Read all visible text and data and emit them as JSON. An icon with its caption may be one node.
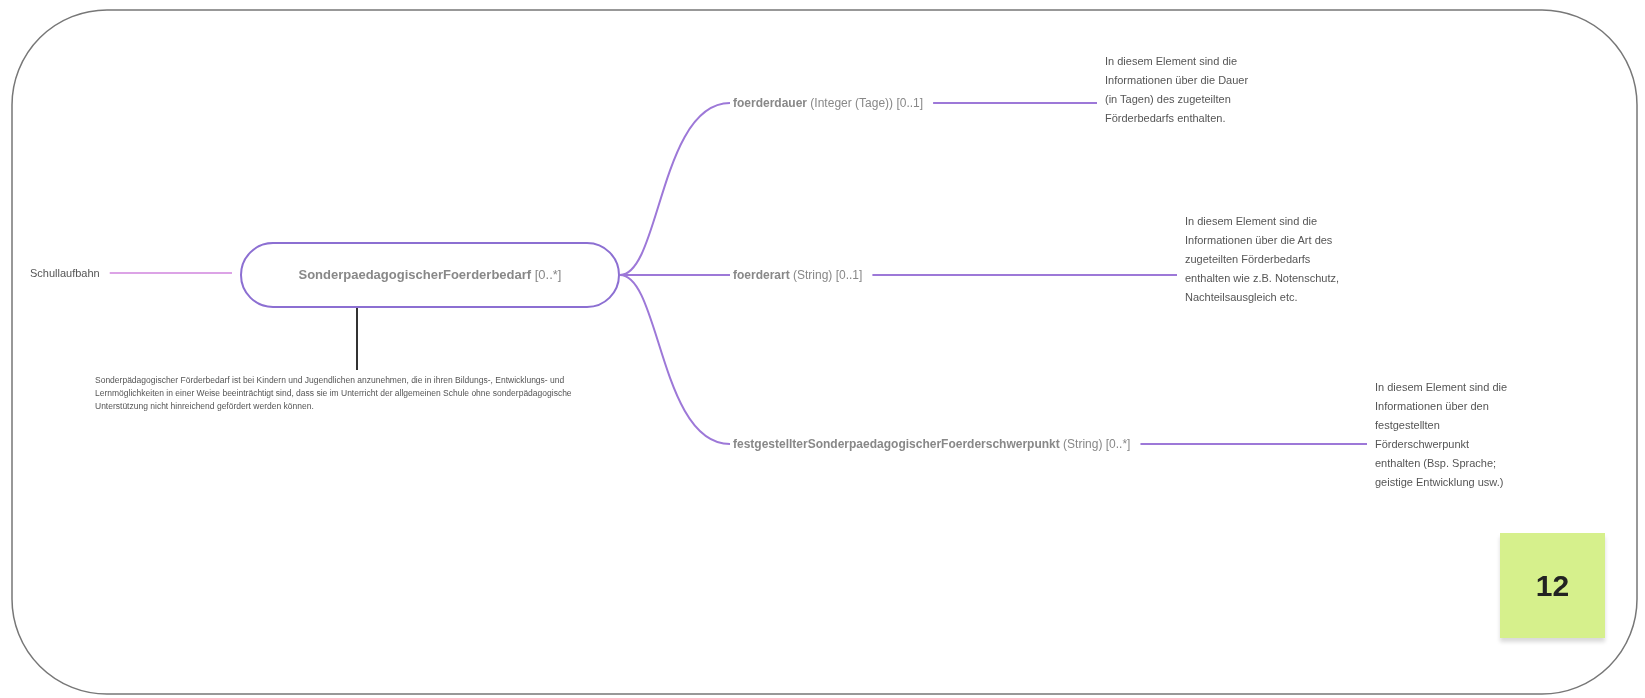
{
  "diagram": {
    "nodes": [
      {
        "text": [
          "Schullaufbahn"
        ]
      },
      {
        "text": [
          "**SonderpaedagogischerFoerderbedarf** [0..*]"
        ]
      },
      {
        "text": [
          "Sonderpädagogischer Förderbedarf ist bei Kindern und Jugendlichen anzunehmen, die in ihren Bildungs-, Entwicklungs- und Lernmöglichkeiten in einer Weise beeinträchtigt sind, dass sie im Unterricht der allgemeinen Schule ohne sonderpädagogische Unterstützung nicht hinreichend gefördert werden können."
        ]
      },
      {
        "text": [
          "**foerderdauer** (Integer (Tage)) [0..1]"
        ]
      },
      {
        "text": [
          "In diesem Element sind die Informationen über die Dauer (in Tagen) des zugeteilten Förderbedarfs enthalten."
        ]
      },
      {
        "text": [
          "**foerderart** (String) [0..1]"
        ]
      },
      {
        "text": [
          "In diesem Element sind die Informationen über die Art des zugeteilten Förderbedarfs enthalten wie z.B. Notenschutz, Nachteilsausgleich etc."
        ]
      },
      {
        "text": [
          "**festgestellterSonderpaedagogischerFoerderschwerpunkt** (String) [0..*]"
        ]
      },
      {
        "text": [
          "In diesem Element sind die Informationen über den festgestellten Förderschwerpunkt enthalten (Bsp. Sprache; geistige Entwicklung usw.)"
        ]
      },
      {
        "text": [
          "12"
        ]
      }
    ],
    "edges": [
      {
        "from": 0,
        "to": 1,
        "arrow": "none",
        "color": "#dca3e6"
      },
      {
        "from": 1,
        "to": 2,
        "arrow": "none",
        "color": "#333333"
      },
      {
        "from": 1,
        "to": 3,
        "arrow": "none"
      },
      {
        "from": 1,
        "to": 5,
        "arrow": "none"
      },
      {
        "from": 1,
        "to": 7,
        "arrow": "none"
      },
      {
        "from": 3,
        "to": 4,
        "arrow": "none"
      },
      {
        "from": 5,
        "to": 6,
        "arrow": "none"
      },
      {
        "from": 7,
        "to": 8,
        "arrow": "none"
      }
    ]
  }
}
